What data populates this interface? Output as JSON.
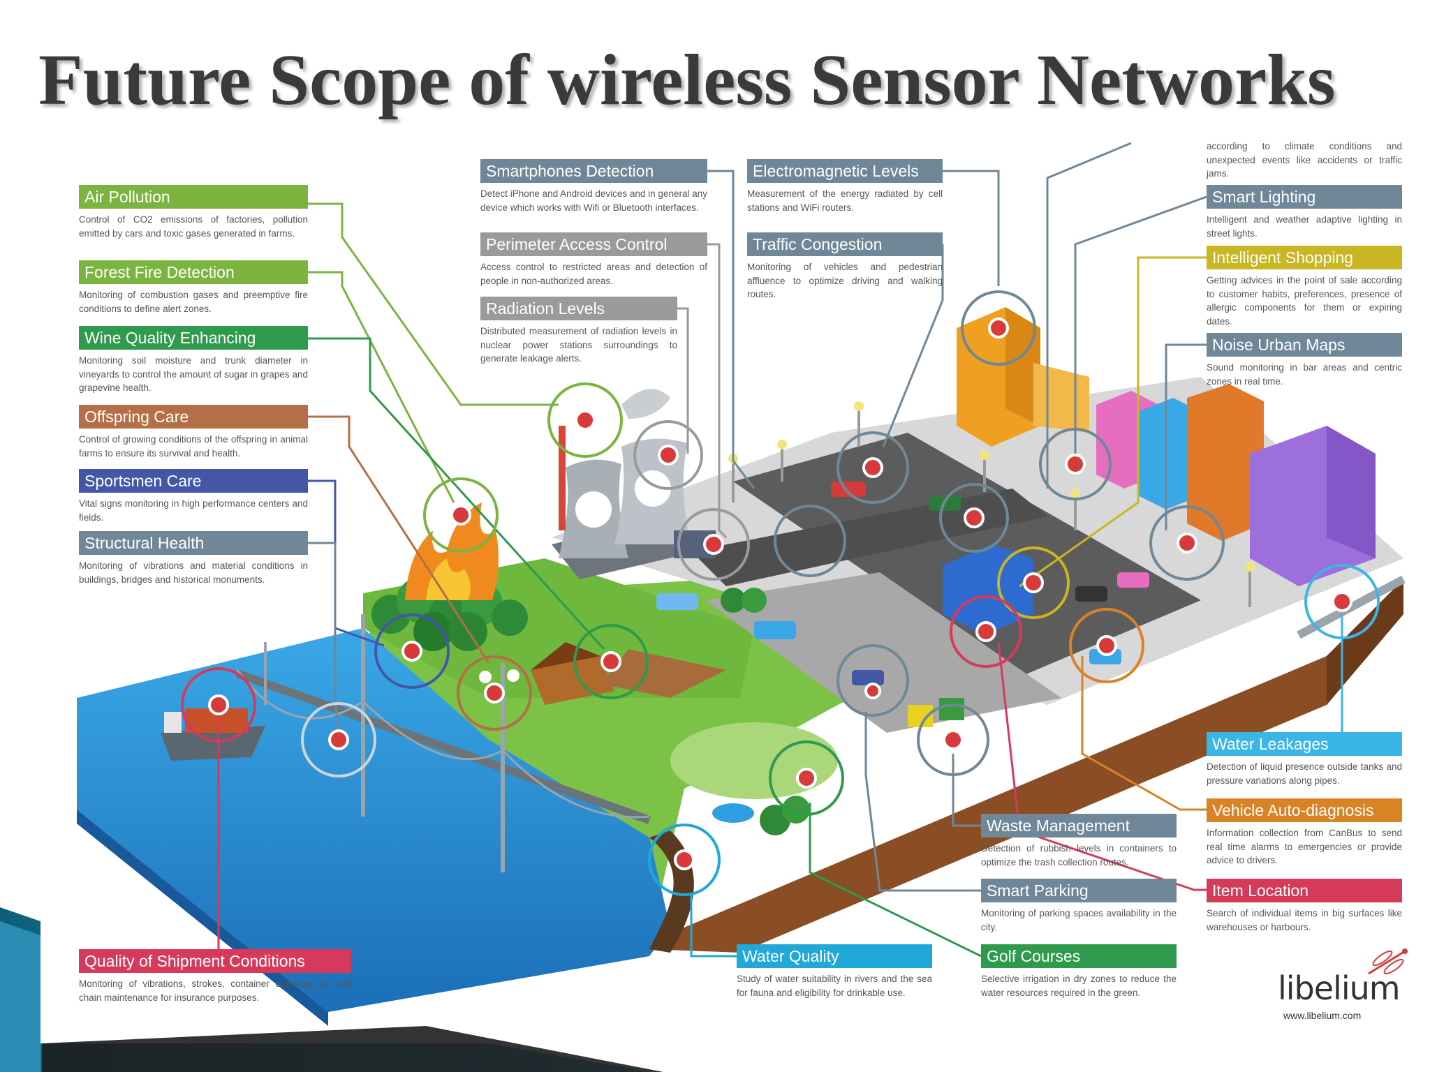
{
  "title": "Future Scope of wireless Sensor Networks",
  "colors": {
    "green": "#7bb43f",
    "dark_green": "#2e9a4c",
    "brown": "#b46f46",
    "blue": "#4457a7",
    "gray_blue": "#6f8797",
    "gray": "#9a9a9a",
    "crimson": "#d63a5b",
    "cyan": "#1fa8d8",
    "orange": "#d98324",
    "yellow": "#c8b622",
    "sky_blue": "#3bb5e6",
    "water": "#2e9fe0",
    "grass": "#7cc247",
    "soil": "#8a4d24",
    "road": "#5c5c5c",
    "sidewalk": "#d8d8d8"
  },
  "top_right_partial": "according to climate conditions and unexpected events like accidents or traffic jams.",
  "cards": {
    "air_pollution": {
      "title": "Air Pollution",
      "desc": "Control of CO2 emissions of factories, pollution emitted by cars and toxic gases generated in farms.",
      "color": "#7bb43f"
    },
    "forest_fire": {
      "title": "Forest Fire Detection",
      "desc": "Monitoring of combustion gases and preemptive fire conditions to define alert zones.",
      "color": "#7bb43f"
    },
    "wine_quality": {
      "title": "Wine Quality Enhancing",
      "desc": "Monitoring soil moisture and trunk diameter in vineyards to control the amount of sugar in grapes and grapevine health.",
      "color": "#2e9a4c"
    },
    "offspring_care": {
      "title": "Offspring Care",
      "desc": "Control of growing conditions of the offspring in animal farms to ensure its survival and health.",
      "color": "#b46f46"
    },
    "sportsmen_care": {
      "title": "Sportsmen Care",
      "desc": "Vital signs monitoring in high performance centers and fields.",
      "color": "#4457a7"
    },
    "structural_health": {
      "title": "Structural Health",
      "desc": "Monitoring of vibrations and material conditions in buildings, bridges and historical monuments.",
      "color": "#6f8797"
    },
    "quality_shipment": {
      "title": "Quality of Shipment Conditions",
      "desc": "Monitoring of vibrations, strokes, container openings or cold chain maintenance for insurance purposes.",
      "color": "#d63a5b"
    },
    "smartphones_detection": {
      "title": "Smartphones Detection",
      "desc": "Detect iPhone and Android devices and in general any device which works with Wifi or Bluetooth interfaces.",
      "color": "#6f8797"
    },
    "perimeter_access": {
      "title": "Perimeter Access Control",
      "desc": "Access control to restricted areas and detection of people in non-authorized areas.",
      "color": "#9a9a9a"
    },
    "radiation_levels": {
      "title": "Radiation Levels",
      "desc": "Distributed measurement of radiation levels in nuclear power stations surroundings to generate leakage alerts.",
      "color": "#9a9a9a"
    },
    "electromagnetic_levels": {
      "title": "Electromagnetic Levels",
      "desc": "Measurement of the energy radiated by cell stations and WiFi routers.",
      "color": "#6f8797"
    },
    "traffic_congestion": {
      "title": "Traffic Congestion",
      "desc": "Monitoring of vehicles and pedestrian affluence to optimize driving and walking routes.",
      "color": "#6f8797"
    },
    "smart_lighting": {
      "title": "Smart Lighting",
      "desc": "Intelligent and weather adaptive lighting in street lights.",
      "color": "#6f8797"
    },
    "intelligent_shopping": {
      "title": "Intelligent Shopping",
      "desc": "Getting advices in the point of sale according to customer habits, preferences, presence of allergic components for them or expiring dates.",
      "color": "#c8b622"
    },
    "noise_urban_maps": {
      "title": "Noise Urban Maps",
      "desc": "Sound monitoring in bar areas and centric zones in real time.",
      "color": "#6f8797"
    },
    "water_leakages": {
      "title": "Water Leakages",
      "desc": "Detection of liquid presence outside tanks and pressure variations along pipes.",
      "color": "#3bb5e6"
    },
    "vehicle_autodiagnosis": {
      "title": "Vehicle Auto-diagnosis",
      "desc": "Information collection from CanBus to send real time alarms to emergencies or provide advice to drivers.",
      "color": "#d98324"
    },
    "item_location": {
      "title": "Item Location",
      "desc": "Search of individual items in big surfaces like warehouses or harbours.",
      "color": "#d63a5b"
    },
    "waste_management": {
      "title": "Waste Management",
      "desc": "Detection of rubbish levels in containers to optimize the trash collection routes.",
      "color": "#6f8797"
    },
    "smart_parking": {
      "title": "Smart Parking",
      "desc": "Monitoring of parking spaces availability in the city.",
      "color": "#6f8797"
    },
    "water_quality": {
      "title": "Water Quality",
      "desc": "Study of water suitability in rivers and the sea for fauna and eligibility for drinkable use.",
      "color": "#1fa8d8"
    },
    "golf_courses": {
      "title": "Golf Courses",
      "desc": "Selective irrigation in dry zones to reduce the water resources required in the green.",
      "color": "#2e9a4c"
    }
  },
  "logo": {
    "name": "libelium",
    "url": "www.libelium.com"
  }
}
